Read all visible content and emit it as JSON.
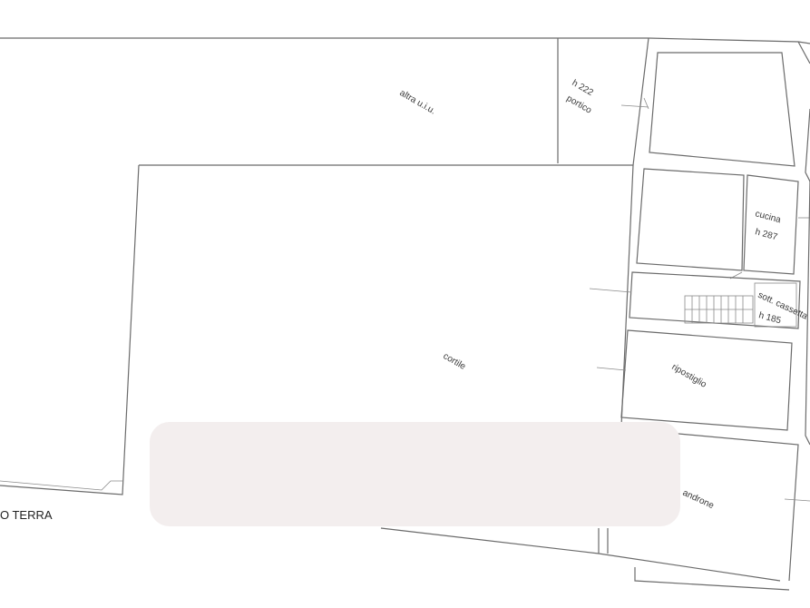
{
  "labels": {
    "altra_uiu": "altra u.i.u.",
    "portico_h": "h 222",
    "portico": "portico",
    "cucina": "cucina",
    "cucina_h": "h 287",
    "sott_scala": "sott. cassetta",
    "sott_scala_h": "h 185",
    "cortile": "cortile",
    "ripostiglio": "ripostiglio",
    "lower_room": "androne",
    "floor_name": "O TERRA"
  },
  "colors": {
    "wall": "#6b6b6b",
    "text": "#3a3a3a",
    "redaction": "#f3eeee"
  }
}
